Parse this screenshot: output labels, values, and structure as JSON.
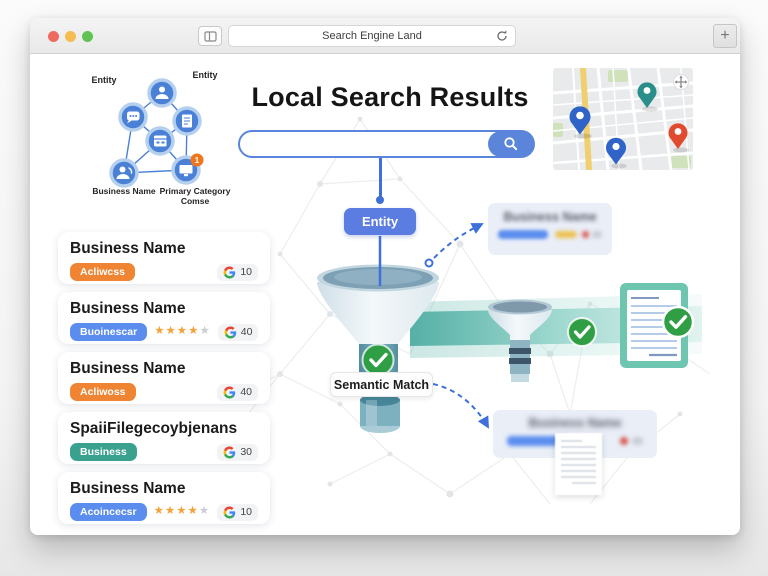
{
  "browser": {
    "address": "Search Engine Land",
    "new_tab_label": "+"
  },
  "entity_diagram": {
    "label_left": "Entity",
    "label_right": "Entity",
    "label_bottom_left": "Business Name",
    "label_bottom_right_line1": "Primary Category",
    "label_bottom_right_line2": "Comse",
    "notification_count": "1"
  },
  "main": {
    "title": "Local Search Results"
  },
  "flow": {
    "entity_button_label": "Entity",
    "semantic_match_label": "Semantic Match"
  },
  "cards": [
    {
      "title": "Business Name",
      "badge": "Acliwcss",
      "badge_color": "#ef8432",
      "stars_filled": "",
      "stars_empty": "",
      "rating_count": "10"
    },
    {
      "title": "Business Name",
      "badge": "Buoinescar",
      "badge_color": "#5b8def",
      "stars_filled": "★★★★",
      "stars_empty": "★",
      "rating_count": "40"
    },
    {
      "title": "Business Name",
      "badge": "Acliwoss",
      "badge_color": "#ef8432",
      "stars_filled": "",
      "stars_empty": "",
      "rating_count": "40"
    },
    {
      "title": "SpaiiFilegecoybjenans",
      "badge": "Business",
      "badge_color": "#3aa18f",
      "stars_filled": "",
      "stars_empty": "",
      "rating_count": "30"
    },
    {
      "title": "Business Name",
      "badge": "Acoincecsr",
      "badge_color": "#5b8def",
      "stars_filled": "★★★★",
      "stars_empty": "★",
      "rating_count": "10"
    }
  ],
  "blurred_cards": {
    "top": {
      "title": "Business Name"
    },
    "bottom": {
      "title": "Business Name"
    }
  },
  "colors": {
    "accent_blue": "#3f6fd8",
    "entity_node_blue": "#4a80d6",
    "badge_orange": "#ef8432",
    "badge_blue": "#5b8def",
    "badge_teal": "#3aa18f",
    "check_green": "#2f9e44",
    "funnel_teal": "#5f9fb2",
    "ribbon_teal": "#5fb5ac",
    "star_orange": "#f2a33c",
    "pin_blue": "#2f63c7",
    "pin_teal": "#2a8f8a",
    "pin_red": "#e04b2f"
  }
}
